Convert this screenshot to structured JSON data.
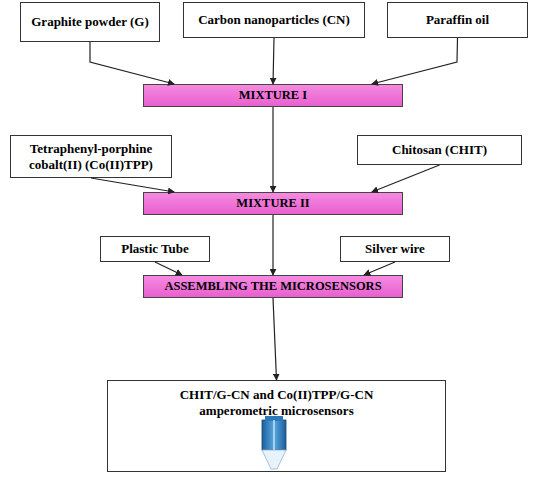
{
  "diagram": {
    "nodes": [
      {
        "text": [
          "Graphite powder (G)"
        ]
      },
      {
        "text": [
          "Carbon nanoparticles (CN)"
        ]
      },
      {
        "text": [
          "Paraffin oil"
        ]
      },
      {
        "text": [
          "MIXTURE I"
        ]
      },
      {
        "text": [
          "Tetraphenyl-porphine cobalt(II) (Co(II)TPP)"
        ]
      },
      {
        "text": [
          "Chitosan (CHIT)"
        ]
      },
      {
        "text": [
          "MIXTURE II"
        ]
      },
      {
        "text": [
          "Plastic Tube"
        ]
      },
      {
        "text": [
          "Silver wire"
        ]
      },
      {
        "text": [
          "ASSEMBLING THE MICROSENSORS"
        ]
      },
      {
        "text": [
          "CHIT/G-CN and Co(II)TPP/G-CN amperometric microsensors"
        ]
      }
    ],
    "edges": [
      {
        "from": 0,
        "to": 3,
        "arrow": "to"
      },
      {
        "from": 1,
        "to": 3,
        "arrow": "to"
      },
      {
        "from": 2,
        "to": 3,
        "arrow": "to"
      },
      {
        "from": 3,
        "to": 6,
        "arrow": "to"
      },
      {
        "from": 4,
        "to": 6,
        "arrow": "to"
      },
      {
        "from": 5,
        "to": 6,
        "arrow": "to"
      },
      {
        "from": 6,
        "to": 9,
        "arrow": "to"
      },
      {
        "from": 7,
        "to": 9,
        "arrow": "to"
      },
      {
        "from": 8,
        "to": 9,
        "arrow": "to"
      },
      {
        "from": 9,
        "to": 10,
        "arrow": "to"
      }
    ]
  }
}
